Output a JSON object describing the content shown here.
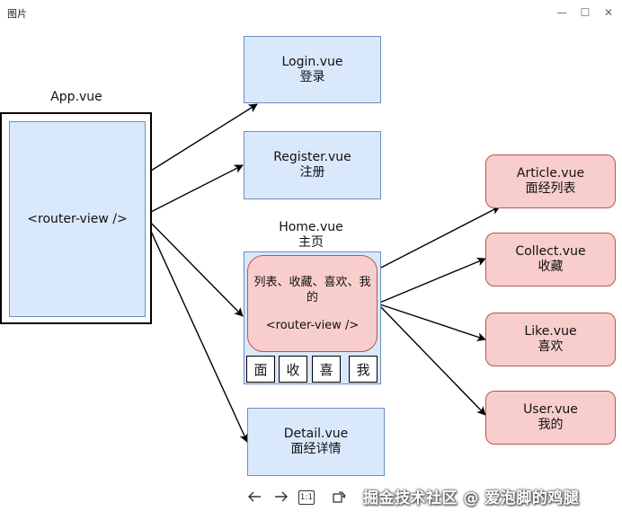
{
  "window": {
    "title": "图片",
    "min_label": "—",
    "max_label": "☐",
    "close_label": "✕"
  },
  "diagram": {
    "app_title": "App.vue",
    "router_view": "<router-view />",
    "login": {
      "name": "Login.vue",
      "sub": "登录"
    },
    "register": {
      "name": "Register.vue",
      "sub": "注册"
    },
    "home": {
      "name": "Home.vue",
      "sub": "主页",
      "inner_text": "列表、收藏、喜欢、我的",
      "inner_router": "<router-view />"
    },
    "tabs": [
      "面",
      "收",
      "喜",
      "我"
    ],
    "detail": {
      "name": "Detail.vue",
      "sub": "面经详情"
    },
    "article": {
      "name": "Article.vue",
      "sub": "面经列表"
    },
    "collect": {
      "name": "Collect.vue",
      "sub": "收藏"
    },
    "like": {
      "name": "Like.vue",
      "sub": "喜欢"
    },
    "user": {
      "name": "User.vue",
      "sub": "我的"
    },
    "colors": {
      "blue_fill": "#dae8fc",
      "blue_stroke": "#6c8ebf",
      "red_fill": "#f8cecc",
      "red_stroke": "#b85450"
    }
  },
  "viewer_toolbar": {
    "prev_icon": "arrow-left-icon",
    "next_icon": "arrow-right-icon",
    "actual_size_label": "1:1",
    "rotate_icon": "rotate-icon"
  },
  "watermark": "掘金技术社区 @ 爱泡脚的鸡腿"
}
